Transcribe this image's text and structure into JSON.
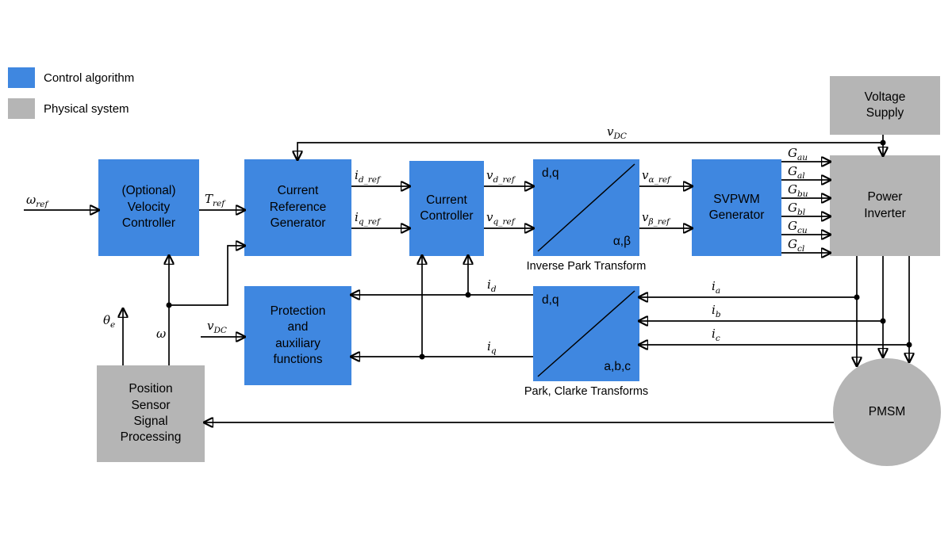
{
  "legend": {
    "control": {
      "label": "Control algorithm",
      "color": "#3f87e0"
    },
    "physical": {
      "label": "Physical system",
      "color": "#b5b5b5"
    }
  },
  "blocks": {
    "velocity_controller": "(Optional)\nVelocity\nController",
    "current_reference_generator": "Current\nReference\nGenerator",
    "current_controller": "Current\nController",
    "svpwm_generator": "SVPWM\nGenerator",
    "protection": "Protection\nand\nauxiliary\nfunctions",
    "voltage_supply": "Voltage\nSupply",
    "power_inverter": "Power\nInverter",
    "position_sensor": "Position\nSensor\nSignal\nProcessing",
    "pmsm": "PMSM",
    "inverse_park": {
      "top_left": "d,q",
      "bottom_right": "α,β",
      "caption": "Inverse Park Transform"
    },
    "park_clarke": {
      "top_left": "d,q",
      "bottom_right": "a,b,c",
      "caption": "Park, Clarke Transforms"
    }
  },
  "signals": {
    "omega_ref": {
      "base": "ω",
      "sub": "ref"
    },
    "t_ref": {
      "base": "T",
      "sub": "ref"
    },
    "id_ref": {
      "base": "i",
      "sub": "d_ref"
    },
    "iq_ref": {
      "base": "i",
      "sub": "q_ref"
    },
    "vd_ref": {
      "base": "v",
      "sub": "d_ref"
    },
    "vq_ref": {
      "base": "v",
      "sub": "q_ref"
    },
    "valpha_ref": {
      "base": "v",
      "sub": "α_ref"
    },
    "vbeta_ref": {
      "base": "v",
      "sub": "β_ref"
    },
    "g_au": {
      "base": "G",
      "sub": "au"
    },
    "g_al": {
      "base": "G",
      "sub": "al"
    },
    "g_bu": {
      "base": "G",
      "sub": "bu"
    },
    "g_bl": {
      "base": "G",
      "sub": "bl"
    },
    "g_cu": {
      "base": "G",
      "sub": "cu"
    },
    "g_cl": {
      "base": "G",
      "sub": "cl"
    },
    "v_dc_top": {
      "base": "v",
      "sub": "DC"
    },
    "v_dc_prot": {
      "base": "v",
      "sub": "DC"
    },
    "i_d": {
      "base": "i",
      "sub": "d"
    },
    "i_q": {
      "base": "i",
      "sub": "q"
    },
    "i_a": {
      "base": "i",
      "sub": "a"
    },
    "i_b": {
      "base": "i",
      "sub": "b"
    },
    "i_c": {
      "base": "i",
      "sub": "c"
    },
    "theta_e": {
      "base": "θ",
      "sub": "e"
    },
    "omega": {
      "base": "ω",
      "sub": ""
    }
  }
}
